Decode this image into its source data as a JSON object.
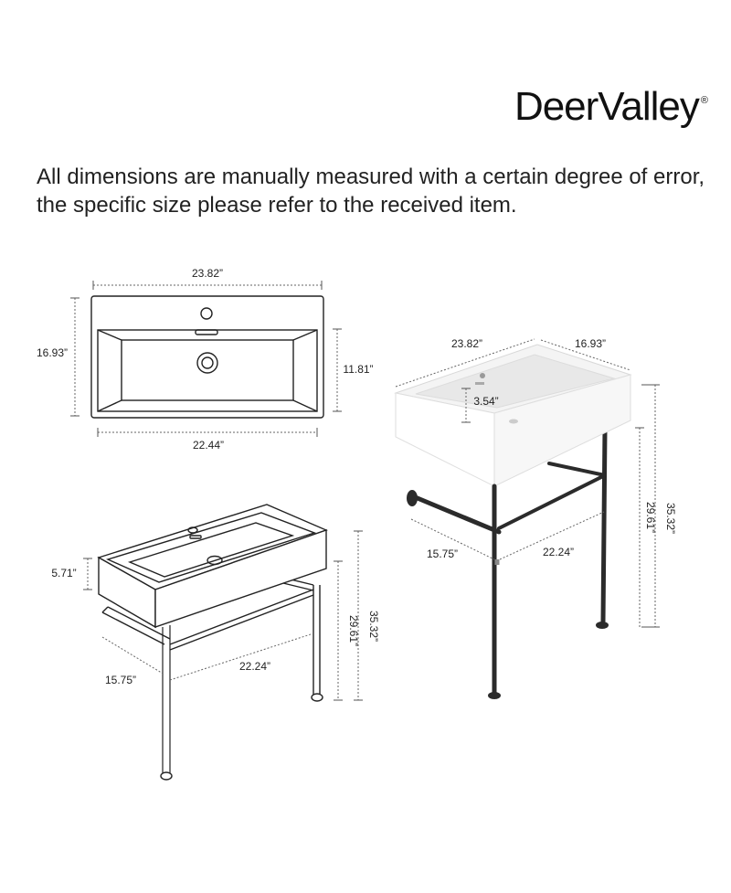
{
  "brand": {
    "name": "DeerValley",
    "registered": "®"
  },
  "notice": {
    "line1": "All dimensions are manually measured with a certain degree of error,",
    "line2": "the specific size please refer to the received item."
  },
  "top_view": {
    "width_top": "23.82”",
    "depth_outer": "16.93”",
    "depth_inner": "11.81”",
    "width_inner": "22.44”"
  },
  "line_iso": {
    "bowl_depth": "5.71”",
    "height_total": "35.32”",
    "height_bar": "29.61”",
    "depth": "15.75”",
    "width": "22.24”"
  },
  "photo_iso": {
    "width": "23.82”",
    "depth_top": "16.93”",
    "faucet_height": "3.54”",
    "height_total": "35.32”",
    "height_bar": "29.61”",
    "depth": "15.75”",
    "width_bar": "22.24”"
  }
}
